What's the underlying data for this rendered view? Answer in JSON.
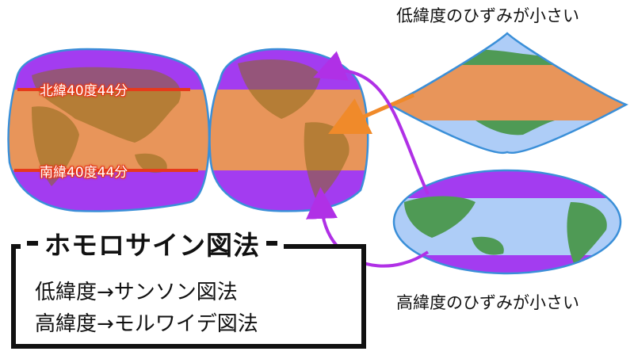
{
  "captions": {
    "top": "低緯度のひずみが小さい",
    "bottom": "高緯度のひずみが小さい"
  },
  "latitude_labels": {
    "north": "北緯40度44分",
    "south": "南緯40度44分"
  },
  "title_box": {
    "title": "ホモロサイン図法",
    "line1": "低緯度→サンソン図法",
    "line2": "高緯度→モルワイデ図法"
  },
  "colors": {
    "low_latitude_band": "#e8955a",
    "high_latitude_band": "#a33cf0",
    "ocean": "#aecdf7",
    "land": "#4f9a55",
    "outline": "#3a8fd8",
    "latitude_line": "#e63a1c",
    "arrow_orange": "#f08a2a",
    "arrow_purple": "#b030e6"
  }
}
